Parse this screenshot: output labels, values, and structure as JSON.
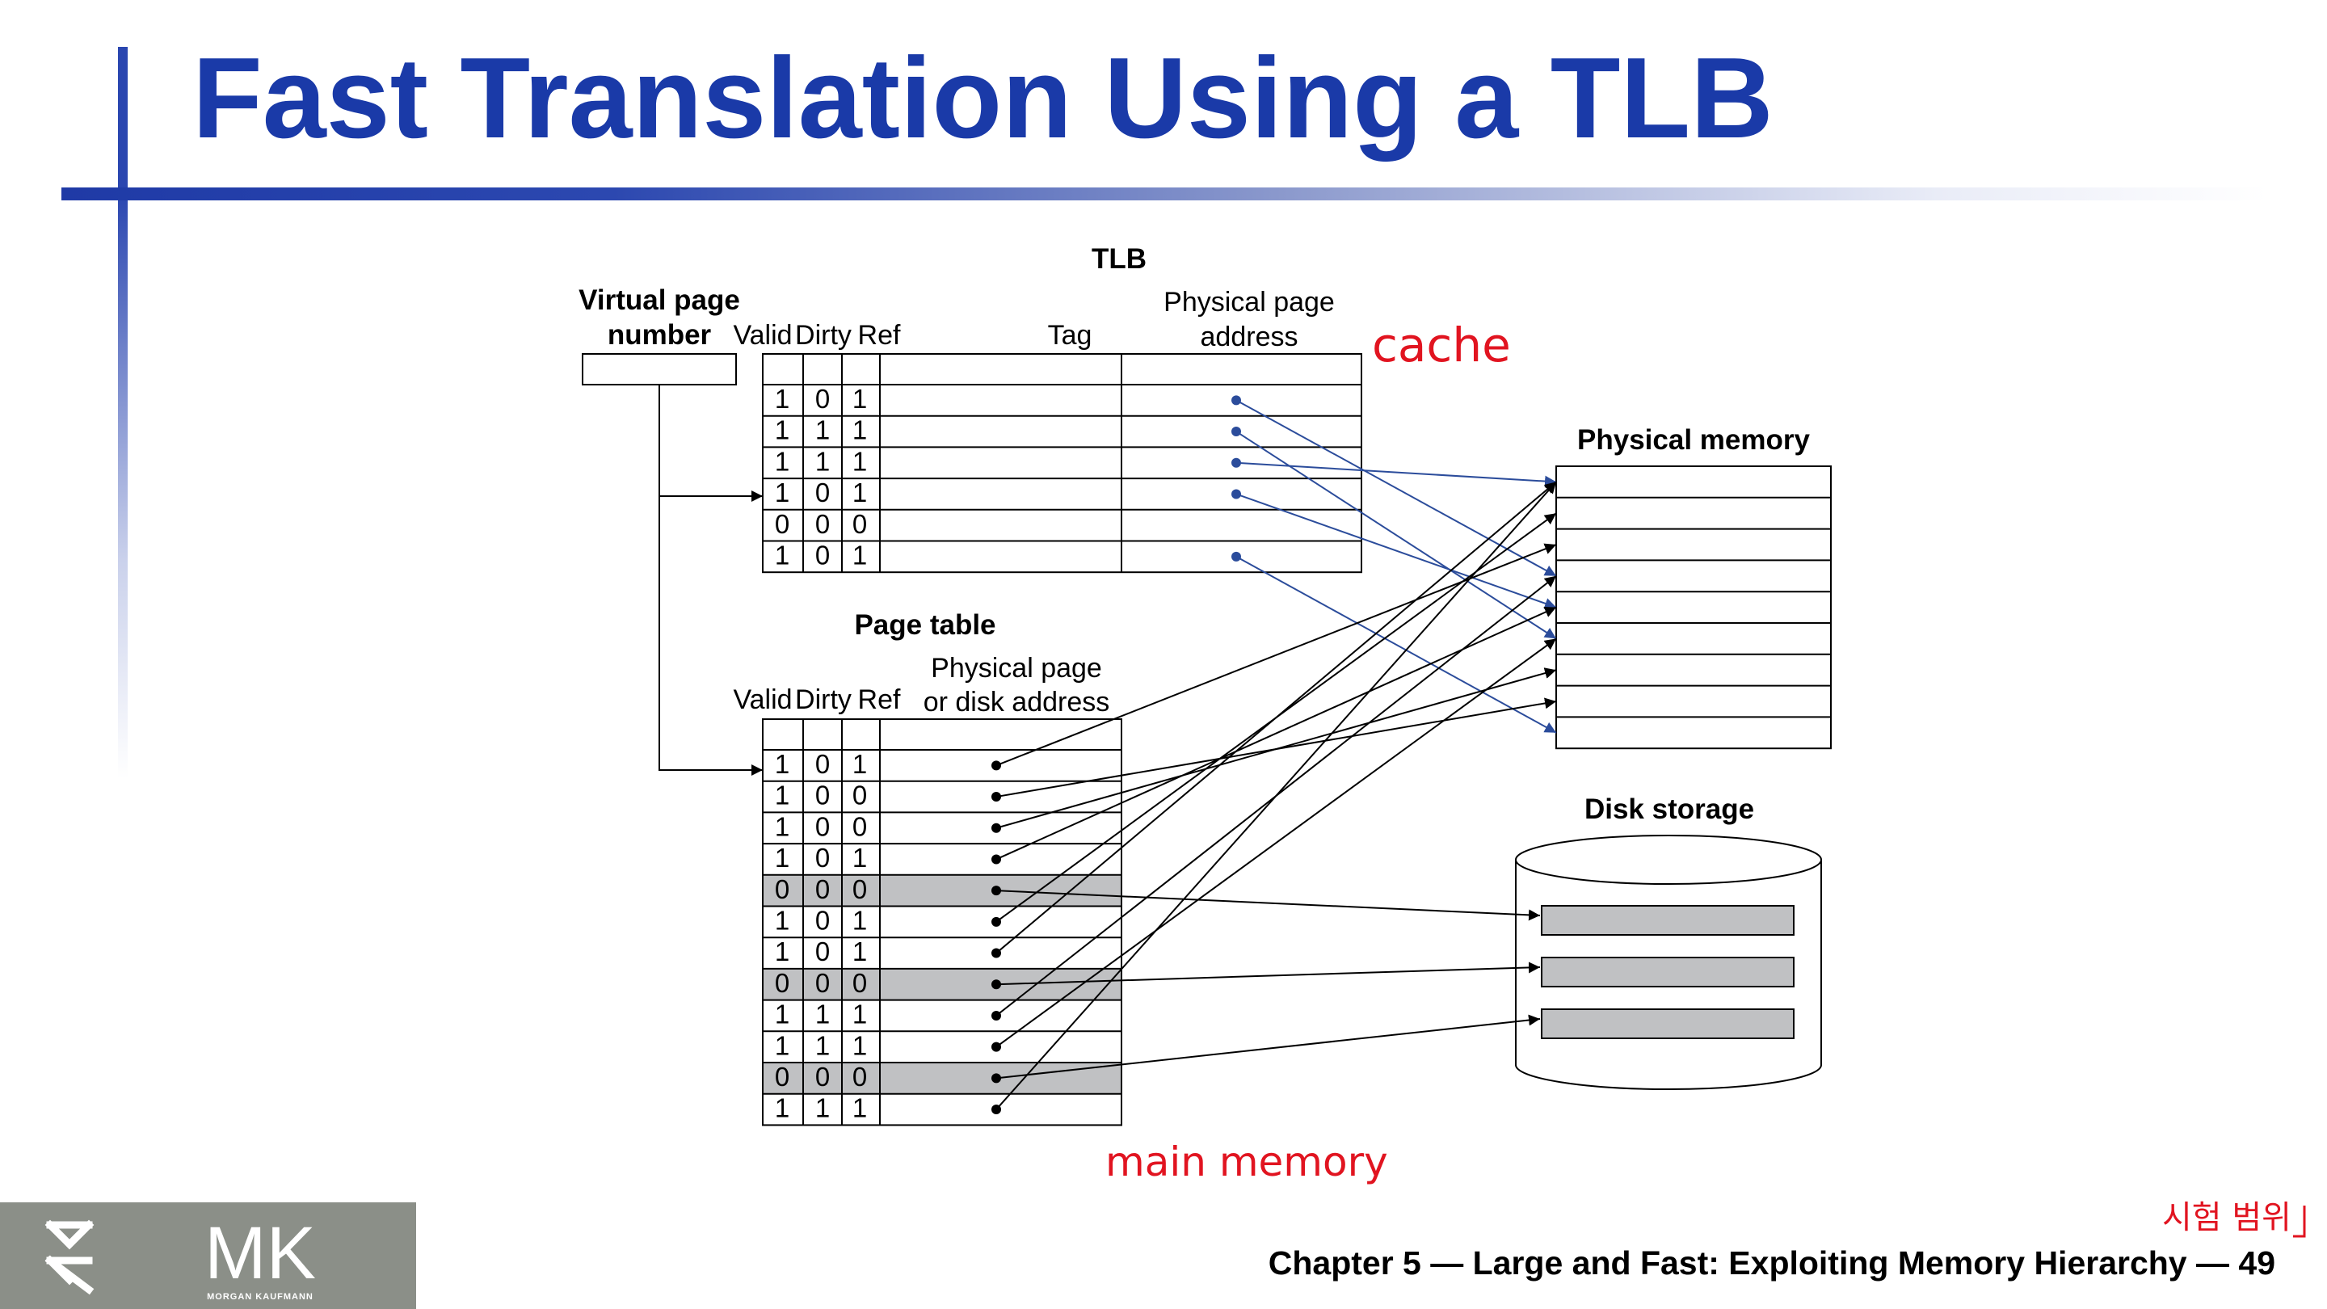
{
  "slide": {
    "title": "Fast Translation Using a TLB",
    "footer": "Chapter 5 — Large and Fast: Exploiting Memory Hierarchy — 49",
    "logo_letters": "MK",
    "logo_publisher": "MORGAN KAUFMANN"
  },
  "diagram": {
    "vpn_label_1": "Virtual page",
    "vpn_label_2": "number",
    "tlb": {
      "title": "TLB",
      "col_valid": "Valid",
      "col_dirty": "Dirty",
      "col_ref": "Ref",
      "col_tag": "Tag",
      "col_addr_1": "Physical page",
      "col_addr_2": "address",
      "rows": [
        {
          "bits": [
            "1",
            "0",
            "1"
          ],
          "has_pointer": true
        },
        {
          "bits": [
            "1",
            "1",
            "1"
          ],
          "has_pointer": true
        },
        {
          "bits": [
            "1",
            "1",
            "1"
          ],
          "has_pointer": true
        },
        {
          "bits": [
            "1",
            "0",
            "1"
          ],
          "has_pointer": true
        },
        {
          "bits": [
            "0",
            "0",
            "0"
          ],
          "has_pointer": false
        },
        {
          "bits": [
            "1",
            "0",
            "1"
          ],
          "has_pointer": true
        }
      ]
    },
    "page_table": {
      "title": "Page table",
      "col_valid": "Valid",
      "col_dirty": "Dirty",
      "col_ref": "Ref",
      "col_addr_1": "Physical page",
      "col_addr_2": "or disk address",
      "rows": [
        {
          "bits": [
            "1",
            "0",
            "1"
          ],
          "shaded": false
        },
        {
          "bits": [
            "1",
            "0",
            "0"
          ],
          "shaded": false
        },
        {
          "bits": [
            "1",
            "0",
            "0"
          ],
          "shaded": false
        },
        {
          "bits": [
            "1",
            "0",
            "1"
          ],
          "shaded": false
        },
        {
          "bits": [
            "0",
            "0",
            "0"
          ],
          "shaded": true
        },
        {
          "bits": [
            "1",
            "0",
            "1"
          ],
          "shaded": false
        },
        {
          "bits": [
            "1",
            "0",
            "1"
          ],
          "shaded": false
        },
        {
          "bits": [
            "0",
            "0",
            "0"
          ],
          "shaded": true
        },
        {
          "bits": [
            "1",
            "1",
            "1"
          ],
          "shaded": false
        },
        {
          "bits": [
            "1",
            "1",
            "1"
          ],
          "shaded": false
        },
        {
          "bits": [
            "0",
            "0",
            "0"
          ],
          "shaded": true
        },
        {
          "bits": [
            "1",
            "1",
            "1"
          ],
          "shaded": false
        }
      ]
    },
    "physical_memory": {
      "title": "Physical memory",
      "rows": 9
    },
    "disk_storage": {
      "title": "Disk storage",
      "slots": 3
    },
    "tlb_links": [
      [
        0,
        3
      ],
      [
        1,
        5
      ],
      [
        2,
        0
      ],
      [
        3,
        4
      ],
      [
        5,
        8
      ]
    ],
    "pt_links": [
      [
        0,
        2
      ],
      [
        1,
        7
      ],
      [
        2,
        6
      ],
      [
        3,
        4
      ],
      [
        5,
        1
      ],
      [
        6,
        0
      ],
      [
        8,
        3
      ],
      [
        9,
        5
      ],
      [
        11,
        0
      ]
    ],
    "pt_disk_links": [
      [
        4,
        0
      ],
      [
        7,
        1
      ],
      [
        10,
        2
      ]
    ]
  },
  "annotations": {
    "cache_note": "cache",
    "main_memory_note": "main memory",
    "exam_note": "시험 범위"
  },
  "colors": {
    "title": "#1a3aa8",
    "tlb_arrow": "#2b4c9b",
    "pt_arrow": "#000000",
    "shaded_row": "#c0c1c3",
    "handwriting": "#e11420",
    "logo_bg": "#8b8f88"
  }
}
